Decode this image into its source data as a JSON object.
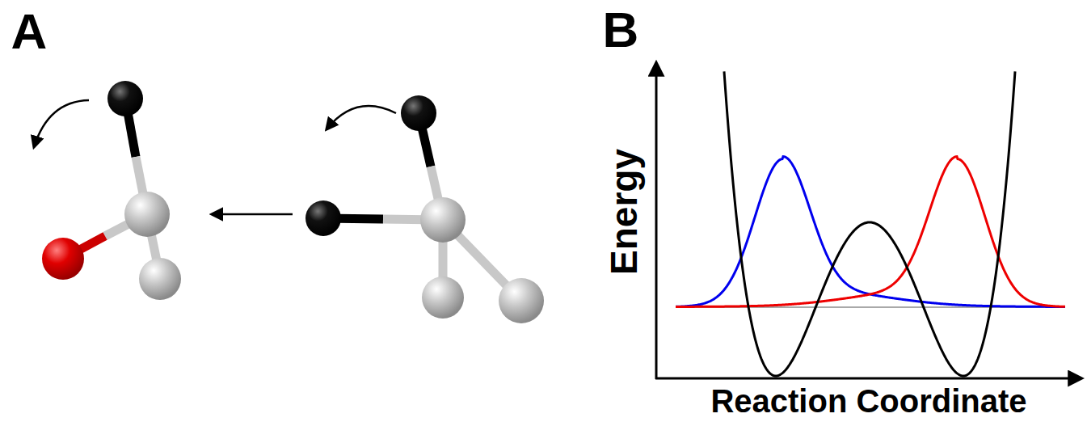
{
  "diagram": {
    "labels": [
      "A",
      "B",
      "Energy",
      "Reaction Coordinate"
    ]
  }
}
